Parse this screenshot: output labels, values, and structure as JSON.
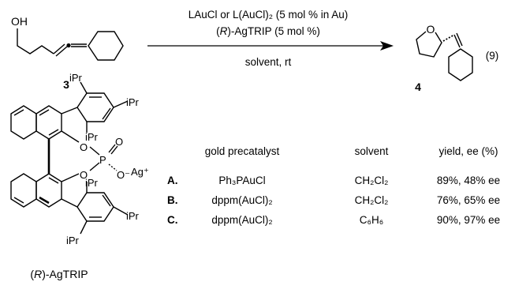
{
  "reaction": {
    "reagent_line1": "LAuCl or L(AuCl)₂ (5 mol % in Au)",
    "reagent_line2_prefix": "(",
    "reagent_line2_italic": "R",
    "reagent_line2_suffix": ")-AgTRIP (5 mol %)",
    "condition": "solvent, rt",
    "substrate_label": "3",
    "product_label": "4",
    "equation_number": "(9)",
    "substrate_oh": "OH",
    "product_o": "O"
  },
  "catalyst": {
    "name_prefix": "(",
    "name_italic": "R",
    "name_suffix": ")-AgTRIP",
    "substituent": "iPr",
    "phosphorus": "P",
    "oxygen": "O",
    "o_minus": "O⁻",
    "silver": "Ag⁺"
  },
  "table": {
    "headers": [
      "gold precatalyst",
      "solvent",
      "yield, ee (%)"
    ],
    "rows": [
      {
        "entry": "A.",
        "precatalyst": "Ph₃PAuCl",
        "solvent": "CH₂Cl₂",
        "result": "89%, 48% ee"
      },
      {
        "entry": "B.",
        "precatalyst": "dppm(AuCl)₂",
        "solvent": "CH₂Cl₂",
        "result": "76%, 65% ee"
      },
      {
        "entry": "C.",
        "precatalyst": "dppm(AuCl)₂",
        "solvent": "C₆H₆",
        "result": "90%, 97% ee"
      }
    ]
  }
}
